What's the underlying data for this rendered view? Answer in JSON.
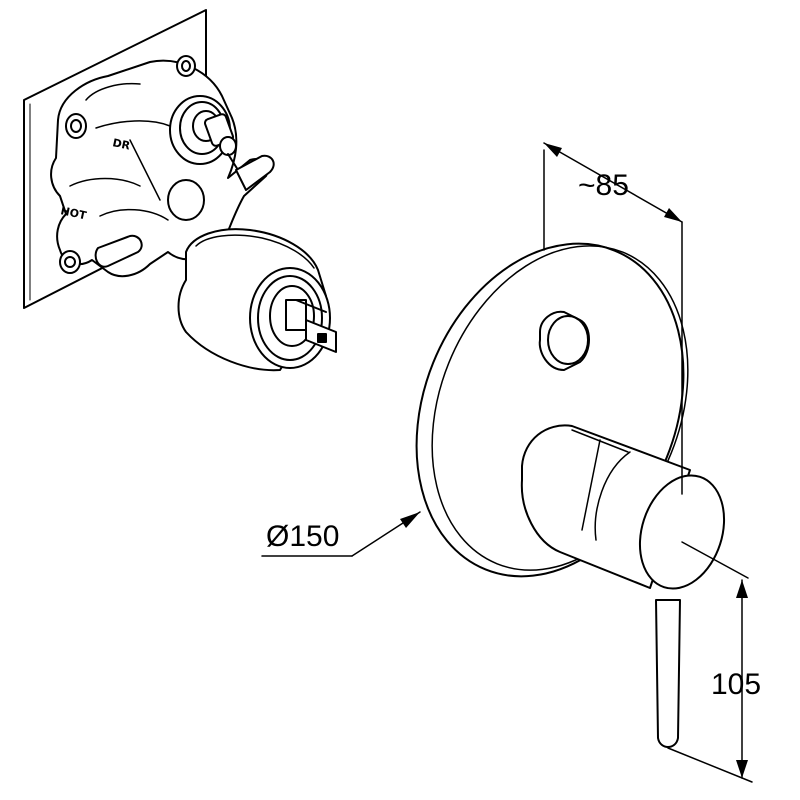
{
  "dimensions": {
    "depth": "~85",
    "diameter": "Ø150",
    "height": "105"
  },
  "valve_body_markings": {
    "top_port": "DR",
    "hot_port": "HOT"
  }
}
